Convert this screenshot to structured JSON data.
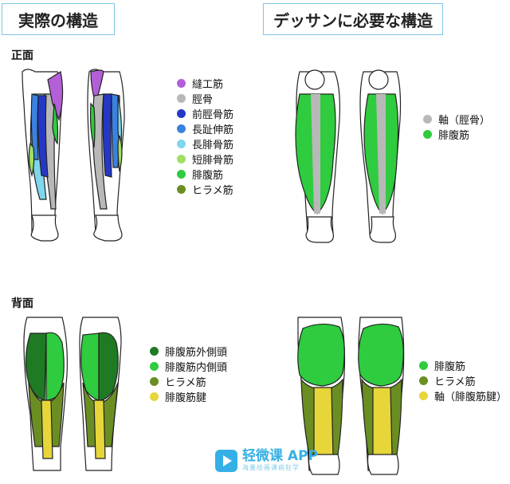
{
  "titles": {
    "left": "実際の構造",
    "right": "デッサンに必要な構造"
  },
  "sections": {
    "front": "正面",
    "back": "背面"
  },
  "legends": {
    "front_actual": [
      {
        "label": "縫工筋",
        "color": "#b35fd8"
      },
      {
        "label": "脛骨",
        "color": "#b8b8b8"
      },
      {
        "label": "前脛骨筋",
        "color": "#2438c8"
      },
      {
        "label": "長趾伸筋",
        "color": "#3b82e0"
      },
      {
        "label": "長腓骨筋",
        "color": "#7fd6ee"
      },
      {
        "label": "短腓骨筋",
        "color": "#9fe060"
      },
      {
        "label": "腓腹筋",
        "color": "#2ecc3e"
      },
      {
        "label": "ヒラメ筋",
        "color": "#6b8e23"
      }
    ],
    "front_drawing": [
      {
        "label": "軸（脛骨）",
        "color": "#b8b8b8"
      },
      {
        "label": "腓腹筋",
        "color": "#2ecc3e"
      }
    ],
    "back_actual": [
      {
        "label": "腓腹筋外側頭",
        "color": "#1f7a24"
      },
      {
        "label": "腓腹筋内側頭",
        "color": "#2ecc3e"
      },
      {
        "label": "ヒラメ筋",
        "color": "#6b8e23"
      },
      {
        "label": "腓腹筋腱",
        "color": "#e6d63a"
      }
    ],
    "back_drawing": [
      {
        "label": "腓腹筋",
        "color": "#2ecc3e"
      },
      {
        "label": "ヒラメ筋",
        "color": "#6b8e23"
      },
      {
        "label": "軸（腓腹筋腱）",
        "color": "#e6d63a"
      }
    ]
  },
  "watermark": {
    "brand": "轻微课 APP",
    "tagline": "海量绘画课病狂学"
  }
}
